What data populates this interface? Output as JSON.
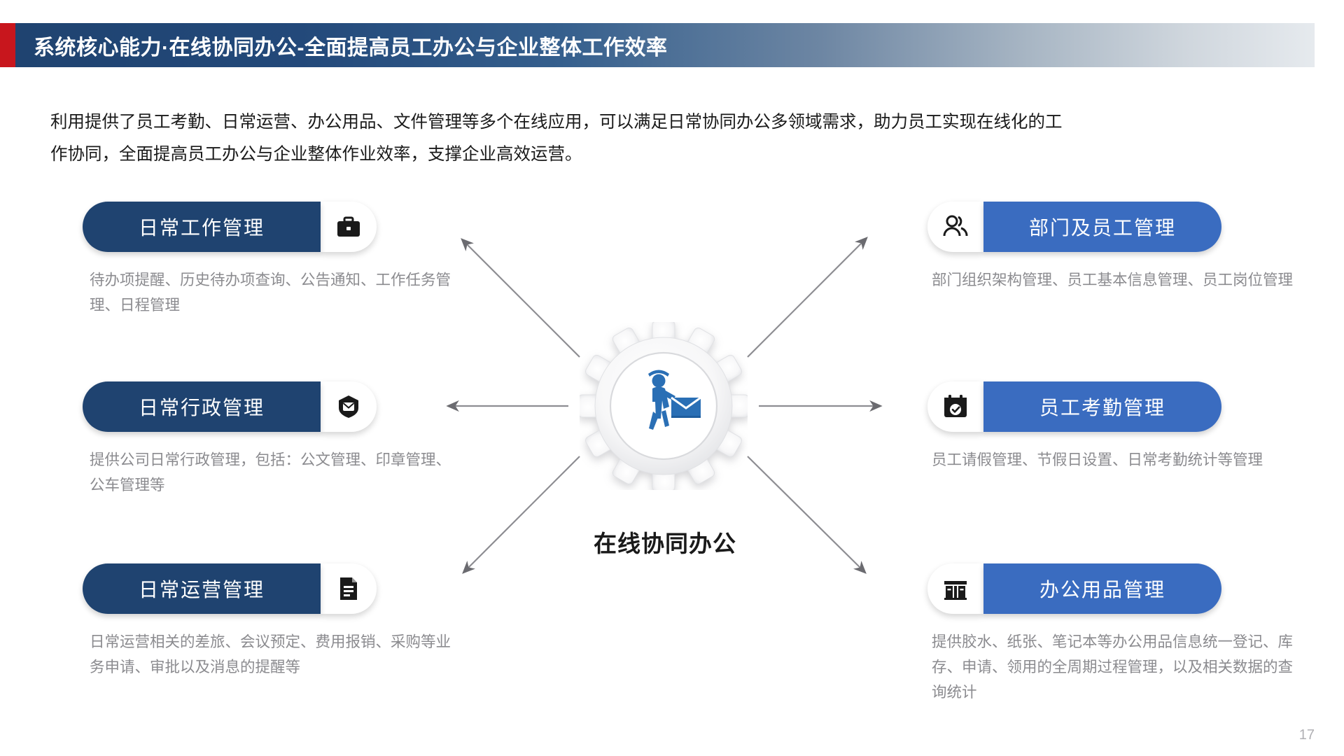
{
  "title": {
    "text": "系统核心能力·在线协同办公-全面提高员工办公与企业整体工作效率",
    "accent_color": "#c8161d",
    "band_color_start": "#1f4370",
    "band_color_end": "#e6eaee"
  },
  "intro": {
    "line1": "利用提供了员工考勤、日常运营、办公用品、文件管理等多个在线应用，可以满足日常协同办公多领域需求，助力员工实现在线化的工",
    "line2": "作协同，全面提高员工办公与企业整体作业效率，支撑企业高效运营。"
  },
  "hub": {
    "label": "在线协同办公",
    "icon": "gear-worker-mail-icon"
  },
  "colors": {
    "dark_blue": "#1f4370",
    "bright_blue": "#3a6cc0",
    "desc_gray": "#8b8b8f",
    "red": "#c8161d"
  },
  "cards": {
    "left": [
      {
        "label": "日常工作管理",
        "icon": "briefcase-icon",
        "desc": "待办项提醒、历史待办项查询、公告通知、工作任务管理、日程管理"
      },
      {
        "label": "日常行政管理",
        "icon": "shield-badge-icon",
        "desc": "提供公司日常行政管理，包括：公文管理、印章管理、公车管理等"
      },
      {
        "label": "日常运营管理",
        "icon": "document-icon",
        "desc": "日常运营相关的差旅、会议预定、费用报销、采购等业务申请、审批以及消息的提醒等"
      }
    ],
    "right": [
      {
        "label": "部门及员工管理",
        "icon": "people-icon",
        "desc": "部门组织架构管理、员工基本信息管理、员工岗位管理"
      },
      {
        "label": "员工考勤管理",
        "icon": "calendar-check-icon",
        "desc": "员工请假管理、节假日设置、日常考勤统计等管理"
      },
      {
        "label": "办公用品管理",
        "icon": "supplies-cabinet-icon",
        "desc": "提供胶水、纸张、笔记本等办公用品信息统一登记、库存、申请、领用的全周期过程管理，以及相关数据的查询统计"
      }
    ]
  },
  "page_number": "17"
}
